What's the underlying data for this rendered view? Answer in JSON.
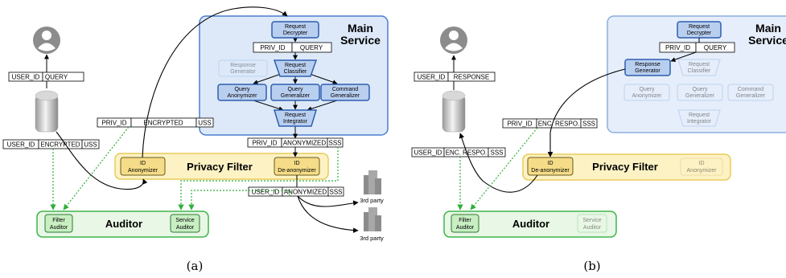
{
  "colors": {
    "service_fill": "#dde9f9",
    "service_stroke": "#4a7fd0",
    "node_fill": "#b9cff0",
    "node_stroke": "#2e5fb0",
    "filter_fill": "#fdf2c4",
    "filter_stroke": "#e8cc5a",
    "id_box_fill": "#f5dc88",
    "auditor_fill": "#e9f7e6",
    "auditor_stroke": "#3fb54a",
    "dotted_green": "#2fae3a"
  },
  "icons": {
    "user": "user-avatar-icon",
    "speaker": "smart-speaker-icon",
    "third_party": "building-stack-icon"
  },
  "a": {
    "caption": "(a)",
    "main_service": {
      "line1": "Main",
      "line2": "Service"
    },
    "nodes": {
      "request_decrypter": [
        "Request",
        "Decrypter"
      ],
      "response_generator": [
        "Response",
        "Generator"
      ],
      "request_classifier": [
        "Request",
        "Classifier"
      ],
      "query_anonymizer": [
        "Query",
        "Anonymizer"
      ],
      "query_generalizer": [
        "Query",
        "Generalizer"
      ],
      "command_generalizer": [
        "Command",
        "Generalizer"
      ],
      "request_integrator": [
        "Request",
        "Integrator"
      ]
    },
    "msg_priv_query": [
      "PRIV_ID",
      "QUERY"
    ],
    "msg_user_query": [
      "USER_ID",
      "QUERY"
    ],
    "msg_user_encrypted": [
      "USER_ID",
      "ENCRYPTED",
      "USS"
    ],
    "msg_priv_encrypted": [
      "PRIV_ID",
      "ENCRYPTED",
      "USS"
    ],
    "msg_priv_anonymized": [
      "PRIV_ID",
      "ANONYMIZED",
      "SSS"
    ],
    "msg_user_anonymized": [
      "USER_ID",
      "ANONYMIZED",
      "SSS"
    ],
    "privacy_filter": {
      "title": "Privacy Filter",
      "id_anonymizer": [
        "ID",
        "Anonymizer"
      ],
      "id_deanonymizer": [
        "ID",
        "De-anonymizer"
      ]
    },
    "auditor": {
      "title": "Auditor",
      "filter_auditor": [
        "Filter",
        "Auditor"
      ],
      "service_auditor": [
        "Service",
        "Auditor"
      ]
    },
    "third_party_label": "3rd party"
  },
  "b": {
    "caption": "(b)",
    "main_service": {
      "line1": "Main",
      "line2": "Service"
    },
    "nodes": {
      "request_decrypter": [
        "Request",
        "Decrypter"
      ],
      "response_generator": [
        "Response",
        "Generator"
      ],
      "request_classifier": [
        "Request",
        "Classifier"
      ],
      "query_anonymizer": [
        "Query",
        "Anonymizer"
      ],
      "query_generalizer": [
        "Query",
        "Generalizer"
      ],
      "command_generalizer": [
        "Command",
        "Generalizer"
      ],
      "request_integrator": [
        "Request",
        "Integrator"
      ]
    },
    "msg_priv_query": [
      "PRIV_ID",
      "QUERY"
    ],
    "msg_user_response": [
      "USER_ID",
      "RESPONSE"
    ],
    "msg_priv_enc": [
      "PRIV_ID",
      "ENC. RESPO.",
      "SSS"
    ],
    "msg_user_enc": [
      "USER_ID",
      "ENC. RESPO.",
      "SSS"
    ],
    "privacy_filter": {
      "title": "Privacy Filter",
      "id_deanonymizer": [
        "ID",
        "De-anonymizer"
      ],
      "id_anonymizer": [
        "ID",
        "Anonymizer"
      ]
    },
    "auditor": {
      "title": "Auditor",
      "filter_auditor": [
        "Filter",
        "Auditor"
      ],
      "service_auditor": [
        "Service",
        "Auditor"
      ]
    }
  }
}
